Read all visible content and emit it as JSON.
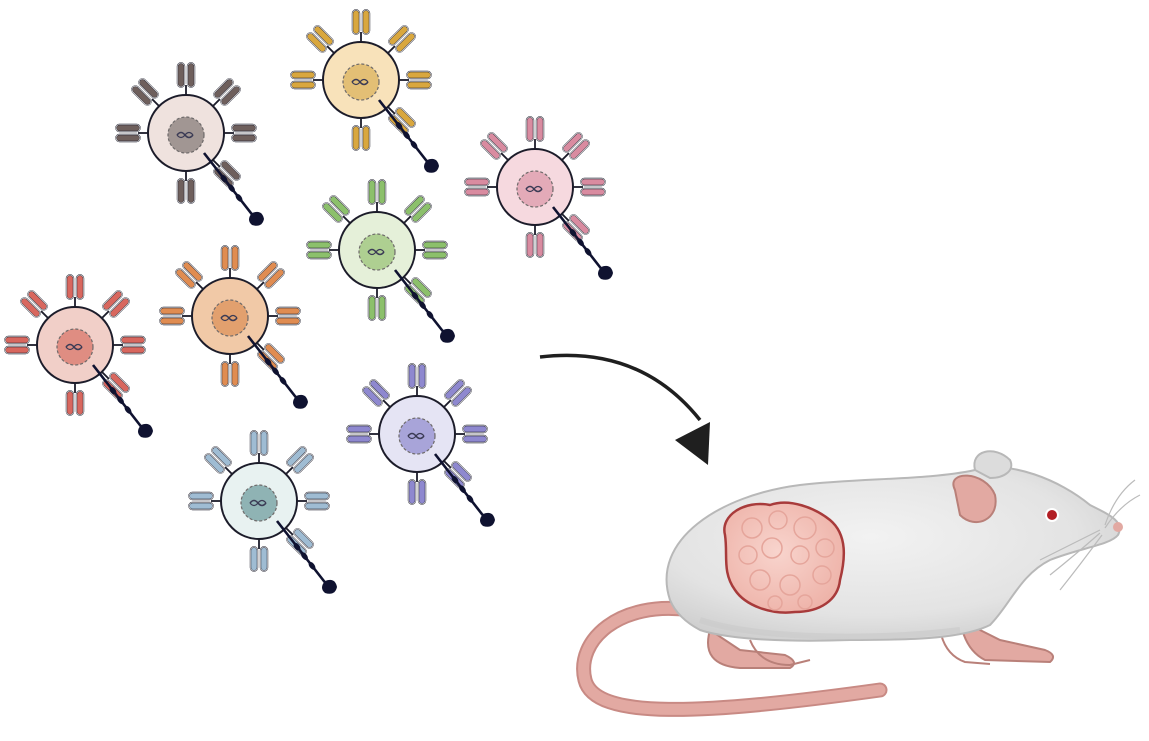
{
  "diagram": {
    "cells": [
      {
        "id": "cell-brown",
        "color": "#6e5f5c",
        "body": "#efe2de",
        "nucleus": "#a19693"
      },
      {
        "id": "cell-yellow",
        "color": "#d9a73e",
        "body": "#f8e2ba",
        "nucleus": "#e3bf75"
      },
      {
        "id": "cell-pink",
        "color": "#d98ba0",
        "body": "#f6d9df",
        "nucleus": "#e3aab8"
      },
      {
        "id": "cell-green",
        "color": "#8cc06b",
        "body": "#e5f0d9",
        "nucleus": "#aecf91"
      },
      {
        "id": "cell-red",
        "color": "#d8675e",
        "body": "#f1cfc8",
        "nucleus": "#df8d82"
      },
      {
        "id": "cell-orange",
        "color": "#e08c51",
        "body": "#f1c9a7",
        "nucleus": "#e2a06e"
      },
      {
        "id": "cell-purple",
        "color": "#8e88cf",
        "body": "#e5e4f4",
        "nucleus": "#a8a4d9"
      },
      {
        "id": "cell-blue",
        "color": "#9fbcd3",
        "body": "#e8f2f1",
        "nucleus": "#8fb3b4"
      }
    ],
    "arrow": {
      "color": "#1f1f1f"
    },
    "mouse": {
      "body": "#e6e6e6",
      "shade": "#cfcfcf",
      "skin": "#e2a9a2",
      "eye": "#b21e24"
    },
    "tumor": {
      "fill": "#f3c3bb",
      "edge": "#a83b3b"
    }
  }
}
